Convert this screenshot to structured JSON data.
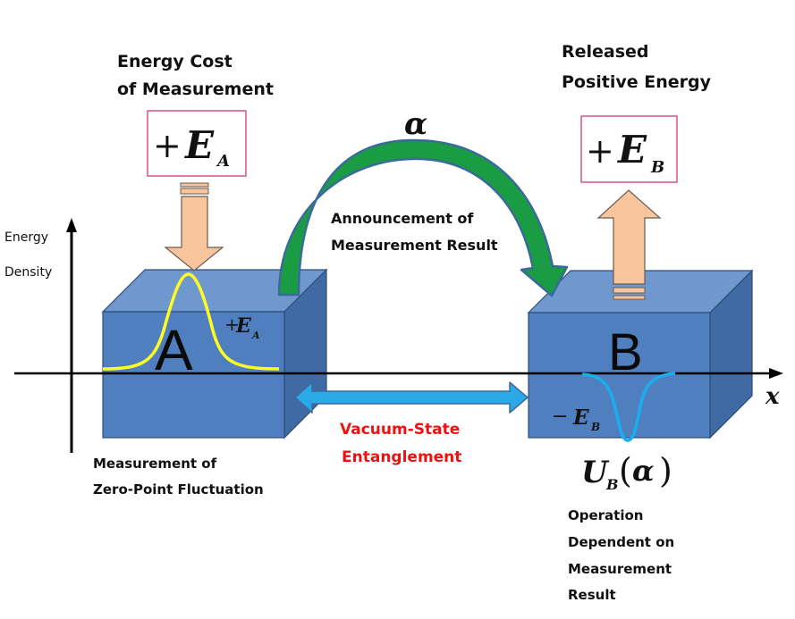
{
  "title": "Quantum Energy Teleportation schematic",
  "labels": {
    "energy_cost_line1": "Energy Cost",
    "energy_cost_line2": "of  Measurement",
    "released_line1": "Released",
    "released_line2": "Positive Energy",
    "announcement_line1": "Announcement of",
    "announcement_line2": "Measurement Result",
    "alpha": "α",
    "y_axis_line1": "Energy",
    "y_axis_line2": "Density",
    "x_axis": "x",
    "box_a": "A",
    "box_b": "B",
    "entanglement_line1": "Vacuum-State",
    "entanglement_line2": "Entanglement",
    "measurement_line1": "Measurement  of",
    "measurement_line2": "Zero-Point Fluctuation",
    "operation_lines": [
      "Operation",
      "Dependent on",
      "Measurement",
      "Result"
    ]
  },
  "math": {
    "plus": "+",
    "minus": "−",
    "E": "E",
    "sub_a": "A",
    "sub_b": "B",
    "U": "U",
    "lparen": "(",
    "rparen": ")"
  },
  "colors": {
    "box_front": "#4f7fbf",
    "box_top": "#6f98cf",
    "box_side": "#3f6aa3",
    "box_stroke": "#2c4d7a",
    "arc_green": "#1a9c44",
    "arc_outline": "#3a6a9a",
    "energy_arrow": "#f8c59d",
    "energy_arrow_stroke": "#6b5a4e",
    "entangle_arrow": "#29a9e6",
    "entangle_stroke": "#3b6aa0",
    "gaussian_a": "#ffff22",
    "dip_b": "#19aef0",
    "red_text": "#ee1111",
    "label_box": "#d2357a"
  }
}
